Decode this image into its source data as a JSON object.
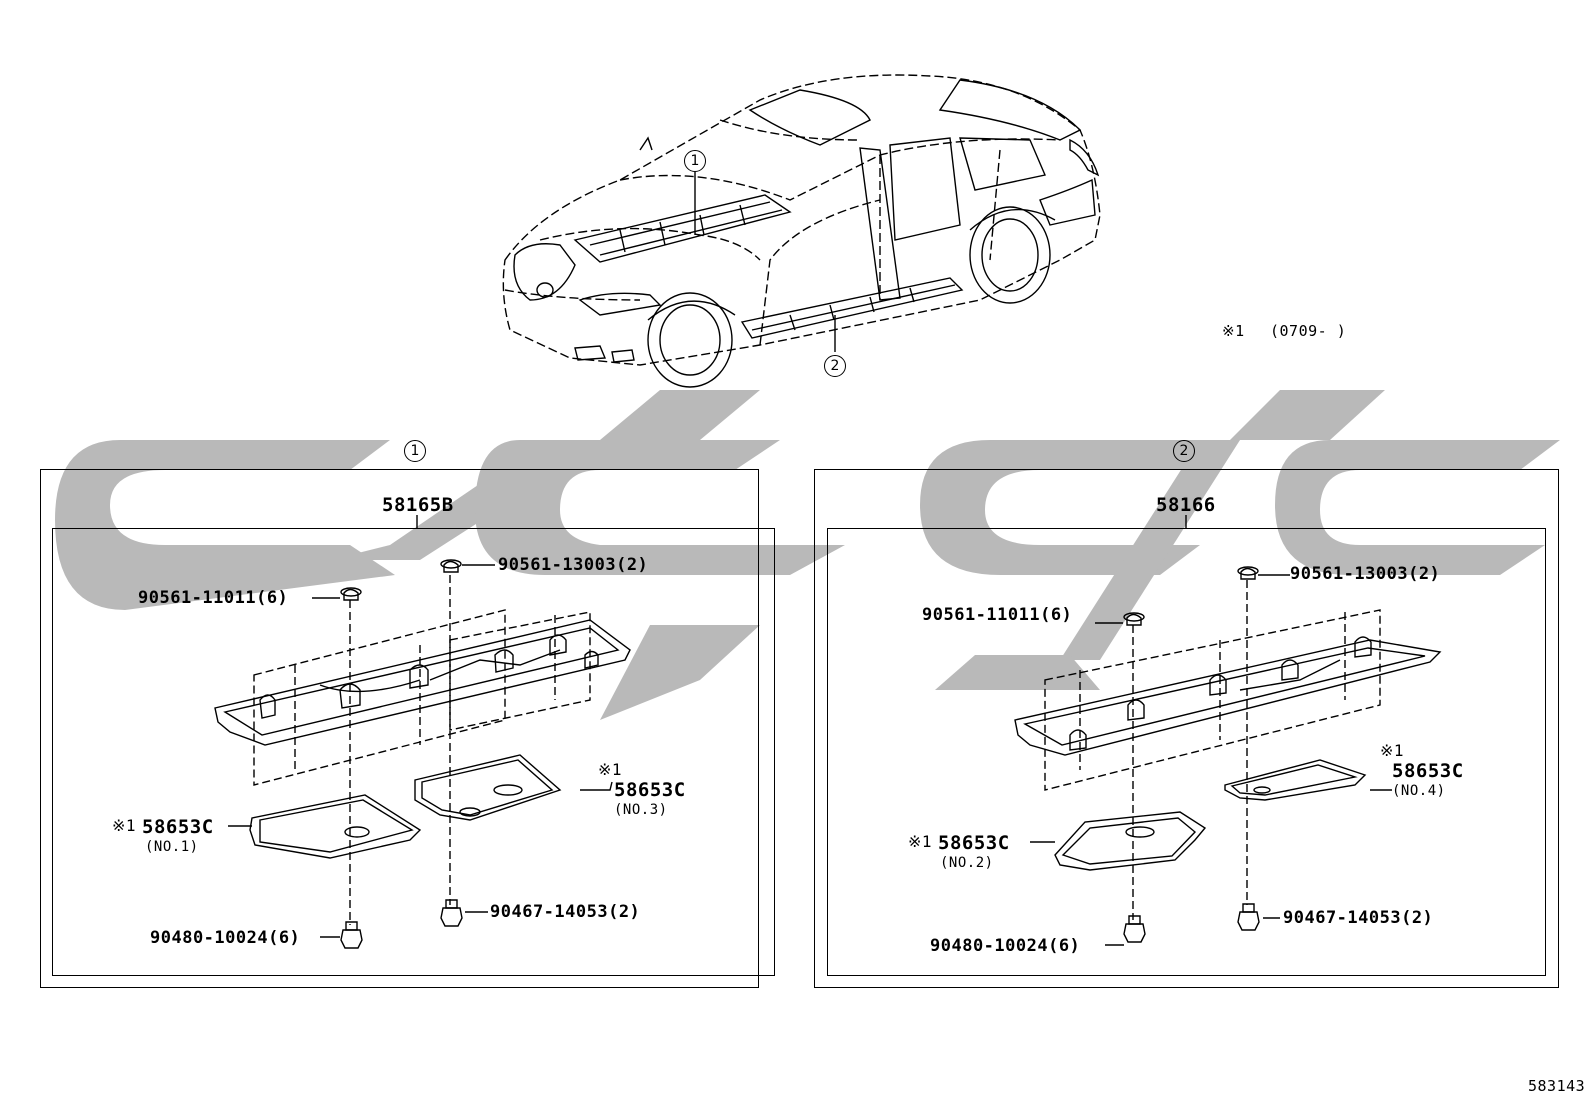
{
  "callouts": {
    "one": "1",
    "two": "2"
  },
  "note": {
    "mark": "※1",
    "range": "(0709-     )"
  },
  "panel1": {
    "header": "1",
    "assembly": "58165B",
    "parts": {
      "clip_top": "90561-13003(2)",
      "clip_left": "90561-11011(6)",
      "cover_no3_mark": "※1",
      "cover_no3_part": "58653C",
      "cover_no3_sub": "(NO.3)",
      "cover_no1_mark": "※1",
      "cover_no1_part": "58653C",
      "cover_no1_sub": "(NO.1)",
      "bolt_right": "90467-14053(2)",
      "bolt_left": "90480-10024(6)"
    }
  },
  "panel2": {
    "header": "2",
    "assembly": "58166",
    "parts": {
      "clip_top": "90561-13003(2)",
      "clip_left": "90561-11011(6)",
      "cover_no4_mark": "※1",
      "cover_no4_part": "58653C",
      "cover_no4_sub": "(NO.4)",
      "cover_no2_mark": "※1",
      "cover_no2_part": "58653C",
      "cover_no2_sub": "(NO.2)",
      "bolt_right": "90467-14053(2)",
      "bolt_left": "90480-10024(6)"
    }
  },
  "figure_id": "583143",
  "colors": {
    "line": "#000000",
    "watermark": "#b9b9b9",
    "background": "#ffffff"
  }
}
